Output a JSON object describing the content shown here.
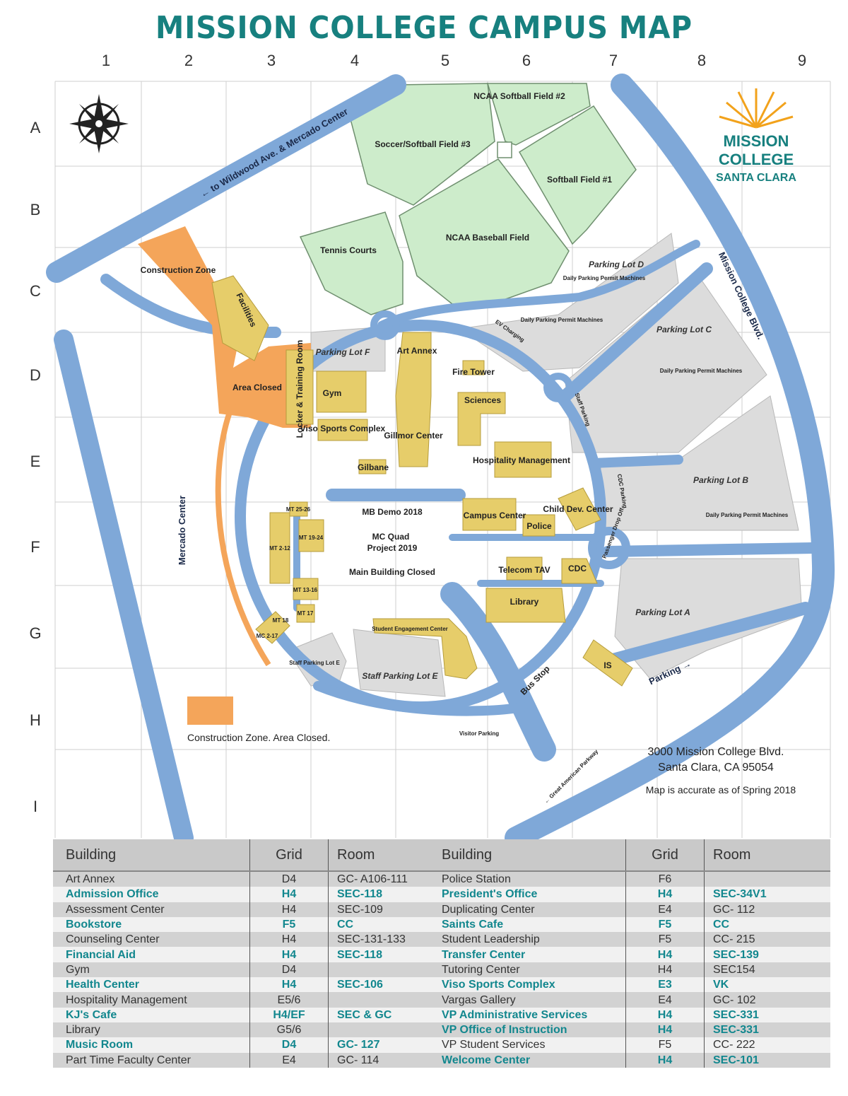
{
  "title": "MISSION COLLEGE CAMPUS MAP",
  "grid": {
    "columns": [
      "1",
      "2",
      "3",
      "4",
      "5",
      "6",
      "7",
      "8",
      "9"
    ],
    "rows": [
      "A",
      "B",
      "C",
      "D",
      "E",
      "F",
      "G",
      "H",
      "I"
    ]
  },
  "logo": {
    "line1": "MISSION",
    "line2": "COLLEGE",
    "line3": "SANTA CLARA"
  },
  "colors": {
    "title": "#17807f",
    "road": "#7fa8d8",
    "building": "#e6cd6a",
    "field": "#cdeccb",
    "parking": "#dcdcdc",
    "construction": "#f4a55a"
  },
  "icons": [
    "compass-rose-icon",
    "accessible-icon",
    "arrow-icon",
    "ev-charging-icon"
  ],
  "map": {
    "fields": {
      "softball2": "NCAA Softball Field #2",
      "soccer": "Soccer/Softball Field #3",
      "softball1": "Softball Field #1",
      "baseball": "NCAA Baseball Field",
      "tennis": "Tennis Courts"
    },
    "roads": {
      "wildwood": "← to Wildwood Ave. & Mercado Center",
      "blvd": "Mission College Blvd.",
      "mercado": "Mercado Center",
      "parking": "Parking →",
      "gap": "← Great American Parkway",
      "bus": "Bus Stop",
      "visitor": "Visitor Parking",
      "passenger": "Passenger Drop Off",
      "cdc_parking": "CDC Parking",
      "staff_parking": "Staff Parking",
      "ev": "EV Charging"
    },
    "lots": {
      "d": "Parking Lot D",
      "c": "Parking Lot C",
      "b": "Parking Lot B",
      "a": "Parking Lot A",
      "f": "Parking Lot F",
      "e": "Staff Parking Lot E",
      "e_small": "Staff Parking Lot E",
      "permit": "Daily Parking Permit Machines"
    },
    "buildings": {
      "construction_zone": "Construction Zone",
      "facilities": "Facilities",
      "area_closed": "Area Closed",
      "locker": "Locker & Training Room",
      "gym": "Gym",
      "viso": "Viso Sports Complex",
      "art_annex": "Art Annex",
      "gillmor": "Gillmor Center",
      "gilbane": "Gilbane",
      "fire_tower": "Fire Tower",
      "sciences": "Sciences",
      "hospitality": "Hospitality Management",
      "campus_center": "Campus Center",
      "police": "Police",
      "child_dev": "Child Dev. Center",
      "telecom": "Telecom TAV",
      "cdc": "CDC",
      "library": "Library",
      "sec": "Student Engagement Center",
      "is": "IS",
      "mt2526": "MT 25-26",
      "mt212": "MT 2-12",
      "mt1924": "MT 19-24",
      "mt1316": "MT 13-16",
      "mt18": "MT 18",
      "mt17": "MT 17",
      "mc2": "MC 2-17"
    },
    "quad": {
      "line1": "MB Demo 2018",
      "line2": "MC Quad",
      "line3": "Project 2019",
      "line4": "Main Building Closed"
    },
    "legend_construction": "Construction Zone. Area Closed.",
    "address1": "3000 Mission College Blvd.",
    "address2": "Santa Clara, CA 95054",
    "accuracy": "Map is accurate as of Spring 2018"
  },
  "directory": {
    "headers": {
      "building": "Building",
      "grid": "Grid",
      "room": "Room"
    },
    "left": [
      {
        "building": "Art Annex",
        "grid": "D4",
        "room": "GC- A106-111",
        "highlight": false
      },
      {
        "building": "Admission Office",
        "grid": "H4",
        "room": "SEC-118",
        "highlight": true
      },
      {
        "building": "Assessment Center",
        "grid": "H4",
        "room": "SEC-109",
        "highlight": false
      },
      {
        "building": "Bookstore",
        "grid": "F5",
        "room": "CC",
        "highlight": true
      },
      {
        "building": "Counseling Center",
        "grid": "H4",
        "room": "SEC-131-133",
        "highlight": false
      },
      {
        "building": "Financial Aid",
        "grid": "H4",
        "room": "SEC-118",
        "highlight": true
      },
      {
        "building": "Gym",
        "grid": "D4",
        "room": "",
        "highlight": false
      },
      {
        "building": "Health Center",
        "grid": "H4",
        "room": "SEC-106",
        "highlight": true
      },
      {
        "building": "Hospitality Management",
        "grid": "E5/6",
        "room": "",
        "highlight": false
      },
      {
        "building": "KJ's Cafe",
        "grid": "H4/EF",
        "room": "SEC & GC",
        "highlight": true
      },
      {
        "building": "Library",
        "grid": "G5/6",
        "room": "",
        "highlight": false
      },
      {
        "building": "Music  Room",
        "grid": "D4",
        "room": "GC- 127",
        "highlight": true
      },
      {
        "building": "Part Time Faculty Center",
        "grid": "E4",
        "room": "GC- 114",
        "highlight": false
      }
    ],
    "right": [
      {
        "building": "Police Station",
        "grid": "F6",
        "room": "",
        "highlight": false
      },
      {
        "building": "President's Office",
        "grid": "H4",
        "room": "SEC-34V1",
        "highlight": true
      },
      {
        "building": "Duplicating Center",
        "grid": "E4",
        "room": "GC- 112",
        "highlight": false
      },
      {
        "building": "Saints Cafe",
        "grid": "F5",
        "room": "CC",
        "highlight": true
      },
      {
        "building": "Student Leadership",
        "grid": "F5",
        "room": "CC- 215",
        "highlight": false
      },
      {
        "building": "Transfer Center",
        "grid": "H4",
        "room": "SEC-139",
        "highlight": true
      },
      {
        "building": "Tutoring Center",
        "grid": "H4",
        "room": "SEC154",
        "highlight": false
      },
      {
        "building": "Viso Sports Complex",
        "grid": "E3",
        "room": "VK",
        "highlight": true
      },
      {
        "building": "Vargas Gallery",
        "grid": "E4",
        "room": "GC- 102",
        "highlight": false
      },
      {
        "building": "VP Administrative Services",
        "grid": "H4",
        "room": "SEC-331",
        "highlight": true
      },
      {
        "building": "VP Office of Instruction",
        "grid": "H4",
        "room": "SEC-331",
        "highlight": true
      },
      {
        "building": "VP Student Services",
        "grid": "F5",
        "room": "CC- 222",
        "highlight": false
      },
      {
        "building": "Welcome Center",
        "grid": "H4",
        "room": "SEC-101",
        "highlight": true
      }
    ]
  }
}
